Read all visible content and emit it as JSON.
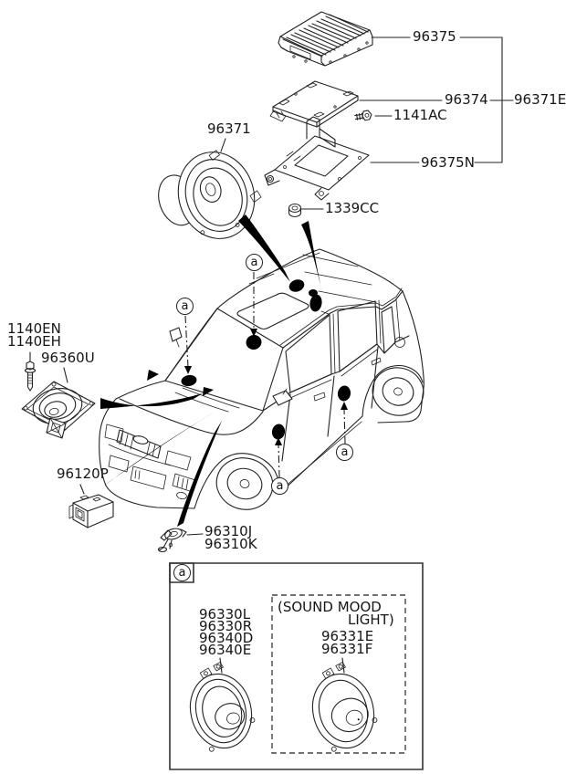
{
  "callout": {
    "letter": "a"
  },
  "colors": {
    "line": "#222222",
    "blob": "#000000",
    "background": "#ffffff"
  },
  "labels": {
    "amplifier": "96375",
    "feeder_module": "96374",
    "screw": "1141AC",
    "amp_assembly": "96371E",
    "bracket": "96375N",
    "nut": "1339CC",
    "front_center_speaker": "96371",
    "bolt_upper": "1140EN",
    "bolt_lower": "1140EH",
    "rear_speaker": "96360U",
    "feeder_cable": "96120P",
    "tweeter_a": "96310J",
    "tweeter_b": "96310K"
  },
  "legend": {
    "marker": "a",
    "door_speaker_labels": [
      "96330L",
      "96330R",
      "96340D",
      "96340E"
    ],
    "mood_caption_line1": "(SOUND MOOD",
    "mood_caption_line2": "LIGHT)",
    "mood_speaker_labels": [
      "96331E",
      "96331F"
    ]
  }
}
